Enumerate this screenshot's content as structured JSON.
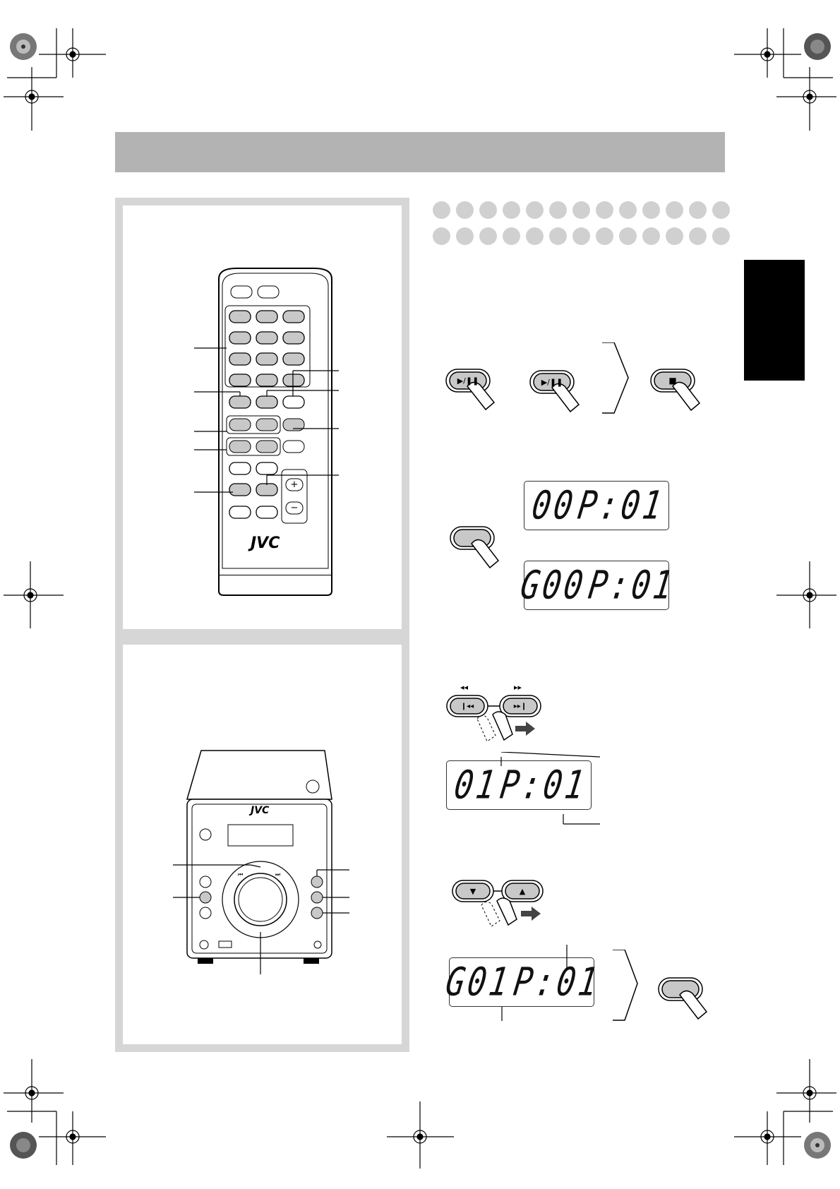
{
  "page": {
    "section_tab": "",
    "header_title": ""
  },
  "remote": {
    "brand": "JVC",
    "vol_plus": "+",
    "vol_minus": "−"
  },
  "unit": {
    "brand": "JVC",
    "skip_back_symbol": "⏮",
    "skip_fwd_symbol": "⏭"
  },
  "steps": {
    "play_pause_symbol": "▶/❚❚",
    "stop_symbol": "■",
    "rew_label": "◂◂",
    "ff_label": "▸▸",
    "prev_symbol": "❙◂◂",
    "next_symbol": "▸▸❙",
    "down_symbol": "▼",
    "up_symbol": "▲"
  },
  "displays": {
    "lcd1": {
      "left": "00",
      "right": "P:01"
    },
    "lcd2": {
      "left": "G00",
      "right": "P:01"
    },
    "lcd3": {
      "left": "01",
      "right": "P:01"
    },
    "lcd4": {
      "left": "G01",
      "right": "P:01"
    }
  },
  "colors": {
    "header_gray": "#b3b3b3",
    "panel_border": "#d6d6d6",
    "dot_gray": "#d0d0d0",
    "button_gray": "#c8c8c8"
  }
}
